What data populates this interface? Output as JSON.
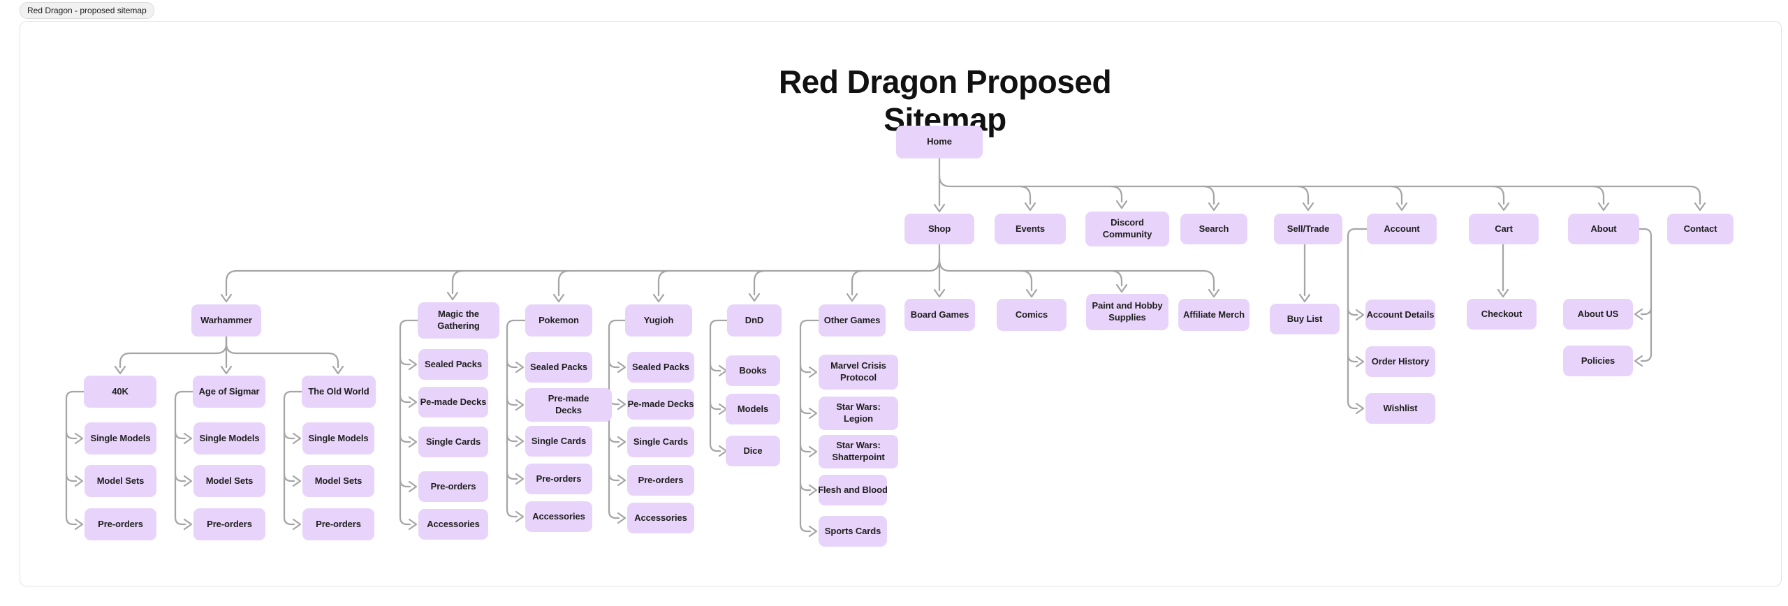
{
  "frame": {
    "tab_label": "Red Dragon - proposed sitemap"
  },
  "title": "Red Dragon Proposed Sitemap",
  "colors": {
    "node_fill": "#E8D4FA",
    "connector_gray": "#A5A5A5",
    "text": "#1F1F1F",
    "frame_border": "#E3E3E7",
    "tab_fill": "#F1F1F1"
  },
  "nodes": {
    "home": {
      "label": "Home"
    },
    "shop": {
      "label": "Shop"
    },
    "events": {
      "label": "Events"
    },
    "discord": {
      "label": "Discord Community"
    },
    "search": {
      "label": "Search"
    },
    "sell_trade": {
      "label": "Sell/Trade"
    },
    "account": {
      "label": "Account"
    },
    "cart": {
      "label": "Cart"
    },
    "about": {
      "label": "About"
    },
    "contact": {
      "label": "Contact"
    },
    "warhammer": {
      "label": "Warhammer"
    },
    "mtg": {
      "label": "Magic the Gathering"
    },
    "pokemon": {
      "label": "Pokemon"
    },
    "yugioh": {
      "label": "Yugioh"
    },
    "dnd": {
      "label": "DnD"
    },
    "other_games": {
      "label": "Other Games"
    },
    "board_games": {
      "label": "Board Games"
    },
    "comics": {
      "label": "Comics"
    },
    "paint_hobby": {
      "label": "Paint and Hobby Supplies"
    },
    "affiliate_merch": {
      "label": "Affiliate Merch"
    },
    "buy_list": {
      "label": "Buy List"
    },
    "account_details": {
      "label": "Account Details"
    },
    "order_history": {
      "label": "Order History"
    },
    "wishlist": {
      "label": "Wishlist"
    },
    "checkout": {
      "label": "Checkout"
    },
    "about_us": {
      "label": "About US"
    },
    "policies": {
      "label": "Policies"
    },
    "k40": {
      "label": "40K"
    },
    "aos": {
      "label": "Age of Sigmar"
    },
    "old_world": {
      "label": "The Old World"
    },
    "k40_single_models": {
      "label": "Single Models"
    },
    "k40_model_sets": {
      "label": "Model Sets"
    },
    "k40_pre_orders": {
      "label": "Pre-orders"
    },
    "aos_single_models": {
      "label": "Single Models"
    },
    "aos_model_sets": {
      "label": "Model Sets"
    },
    "aos_pre_orders": {
      "label": "Pre-orders"
    },
    "ow_single_models": {
      "label": "Single Models"
    },
    "ow_model_sets": {
      "label": "Model Sets"
    },
    "ow_pre_orders": {
      "label": "Pre-orders"
    },
    "mtg_sealed": {
      "label": "Sealed Packs"
    },
    "mtg_decks": {
      "label": "Pe-made Decks"
    },
    "mtg_singles": {
      "label": "Single Cards"
    },
    "mtg_pre": {
      "label": "Pre-orders"
    },
    "mtg_acc": {
      "label": "Accessories"
    },
    "pk_sealed": {
      "label": "Sealed Packs"
    },
    "pk_decks": {
      "label": "Pre-made Decks"
    },
    "pk_singles": {
      "label": "Single Cards"
    },
    "pk_pre": {
      "label": "Pre-orders"
    },
    "pk_acc": {
      "label": "Accessories"
    },
    "yg_sealed": {
      "label": "Sealed Packs"
    },
    "yg_decks": {
      "label": "Pe-made Decks"
    },
    "yg_singles": {
      "label": "Single Cards"
    },
    "yg_pre": {
      "label": "Pre-orders"
    },
    "yg_acc": {
      "label": "Accessories"
    },
    "dnd_books": {
      "label": "Books"
    },
    "dnd_models": {
      "label": "Models"
    },
    "dnd_dice": {
      "label": "Dice"
    },
    "og_marvel": {
      "label": "Marvel Crisis Protocol"
    },
    "og_legion": {
      "label": "Star Wars: Legion"
    },
    "og_shatter": {
      "label": "Star Wars: Shatterpoint"
    },
    "og_flesh": {
      "label": "Flesh and Blood"
    },
    "og_sports": {
      "label": "Sports Cards"
    }
  }
}
